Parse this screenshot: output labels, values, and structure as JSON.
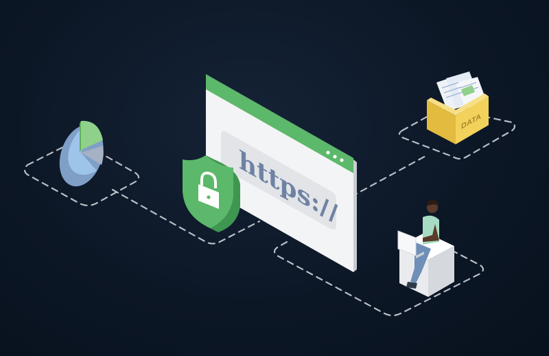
{
  "browser": {
    "url_text": "https://",
    "header_color": "#5cb86a"
  },
  "data_box": {
    "label": "DATA",
    "color": "#f3d25c"
  },
  "shield": {
    "icon": "padlock-icon",
    "color": "#5cb86a"
  },
  "pie": {
    "icon": "pie-chart-icon",
    "slices": [
      0.62,
      0.2,
      0.18
    ],
    "colors": [
      "#9ec4ea",
      "#8fd08a",
      "#a5b1c4"
    ]
  },
  "person": {
    "icon": "person-with-laptop-icon",
    "shirt_color": "#a6dcc3",
    "pants_color": "#6f8fb8"
  },
  "colors": {
    "background": "#0c1726",
    "dashed_path": "#b9bec6",
    "accent_green": "#5cb86a"
  }
}
